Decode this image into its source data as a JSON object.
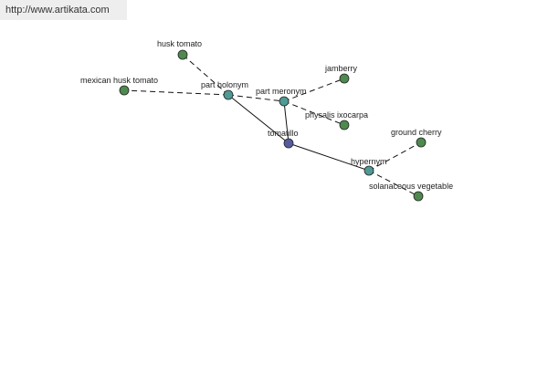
{
  "banner": {
    "text": "http://www.artikata.com"
  },
  "colors": {
    "center": "#555c9e",
    "relation": "#4f9a94",
    "leaf": "#4e8a4e"
  },
  "graph": {
    "center": {
      "label": "tomatillo"
    },
    "relations": [
      {
        "label": "part holonym"
      },
      {
        "label": "part meronym"
      },
      {
        "label": "hypernym"
      }
    ],
    "leaves": [
      {
        "label": "husk tomato",
        "relation": "part holonym"
      },
      {
        "label": "mexican husk tomato",
        "relation": "part holonym"
      },
      {
        "label": "jamberry",
        "relation": "part meronym"
      },
      {
        "label": "physalis ixocarpa",
        "relation": "part meronym"
      },
      {
        "label": "ground cherry",
        "relation": "hypernym"
      },
      {
        "label": "solanaceous vegetable",
        "relation": "hypernym"
      }
    ]
  }
}
